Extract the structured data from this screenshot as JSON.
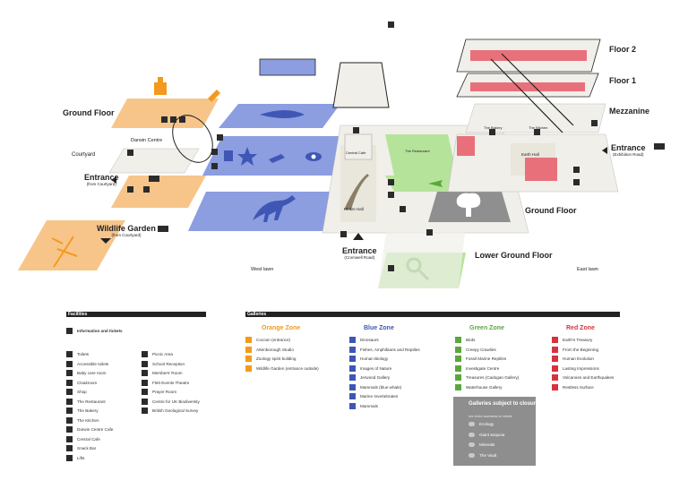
{
  "map": {
    "floors": {
      "floor2": "Floor 2",
      "floor1": "Floor 1",
      "mezzanine": "Mezzanine",
      "ground_right": "Ground Floor",
      "ground_left": "Ground Floor",
      "lower_ground": "Lower Ground Floor",
      "courtyard": "Courtyard"
    },
    "places": {
      "darwin_centre": "Darwin Centre",
      "central_cafe": "Central Cafe",
      "the_restaurant": "The Restaurant",
      "hintze_hall": "Hintze Hall",
      "the_bakery": "The Bakery",
      "the_kitchen": "The Kitchen",
      "earth_hall": "Earth Hall",
      "west_lawn": "West lawn",
      "east_lawn": "East lawn"
    },
    "entrances": {
      "courtyard": {
        "label": "Entrance",
        "sub": "(from Courtyard)"
      },
      "cromwell": {
        "label": "Entrance",
        "sub": "(Cromwell Road)"
      },
      "exhibition": {
        "label": "Entrance",
        "sub": "(Exhibition Road)"
      },
      "wildlife": {
        "label": "Wildlife Garden",
        "sub": "(from Courtyard)"
      }
    },
    "colors": {
      "orange": "#f7c58a",
      "blue": "#8c9de0",
      "green": "#b6e39a",
      "red": "#e8707a",
      "grey": "#8f8f8f",
      "floor": "#f0efe9",
      "dark": "#2b2b2b"
    }
  },
  "legend": {
    "facilities": {
      "heading": "Facilities",
      "info": "Information and tickets",
      "col1": [
        "Toilets",
        "Accessible toilets",
        "Baby care room",
        "Cloakroom",
        "Shop",
        "The Restaurant",
        "The Bakery",
        "The Kitchen",
        "Darwin Centre Cafe",
        "Central Cafe",
        "Snack Bar",
        "Lifts"
      ],
      "col2": [
        "Picnic Area",
        "School Reception",
        "Members' Room",
        "Flett Events Theatre",
        "Prayer Room",
        "Centre for UK Biodiversity",
        "British Geological Survey"
      ]
    },
    "galleries": {
      "heading": "Galleries",
      "orange": {
        "title": "Orange Zone",
        "color": "#f39a1e",
        "items": [
          "Cocoon (entrance)",
          "Attenborough Studio",
          "Zoology spirit building",
          "Wildlife Garden (entrance outside)"
        ]
      },
      "blue": {
        "title": "Blue Zone",
        "color": "#3f56b5",
        "items": [
          "Dinosaurs",
          "Fishes, Amphibians and Reptiles",
          "Human Biology",
          "Images of Nature",
          "Jerwood Gallery",
          "Mammals (blue whale)",
          "Marine Invertebrates",
          "Mammals"
        ]
      },
      "green": {
        "title": "Green Zone",
        "color": "#5aa83c",
        "items": [
          "Birds",
          "Creepy Crawlies",
          "Fossil Marine Reptiles",
          "Investigate Centre",
          "Treasures (Cadogan Gallery)",
          "Waterhouse Gallery"
        ]
      },
      "red": {
        "title": "Red Zone",
        "color": "#d83240",
        "items": [
          "Earth's Treasury",
          "From the Beginning",
          "Human Evolution",
          "Lasting Impressions",
          "Volcanoes and Earthquakes",
          "Restless Surface"
        ]
      },
      "closure": {
        "title": "Galleries subject to closure",
        "subtitle": "see visitor assistants for details",
        "items": [
          "Ecology",
          "Giant sequoia",
          "Minerals",
          "The Vault"
        ]
      }
    }
  }
}
